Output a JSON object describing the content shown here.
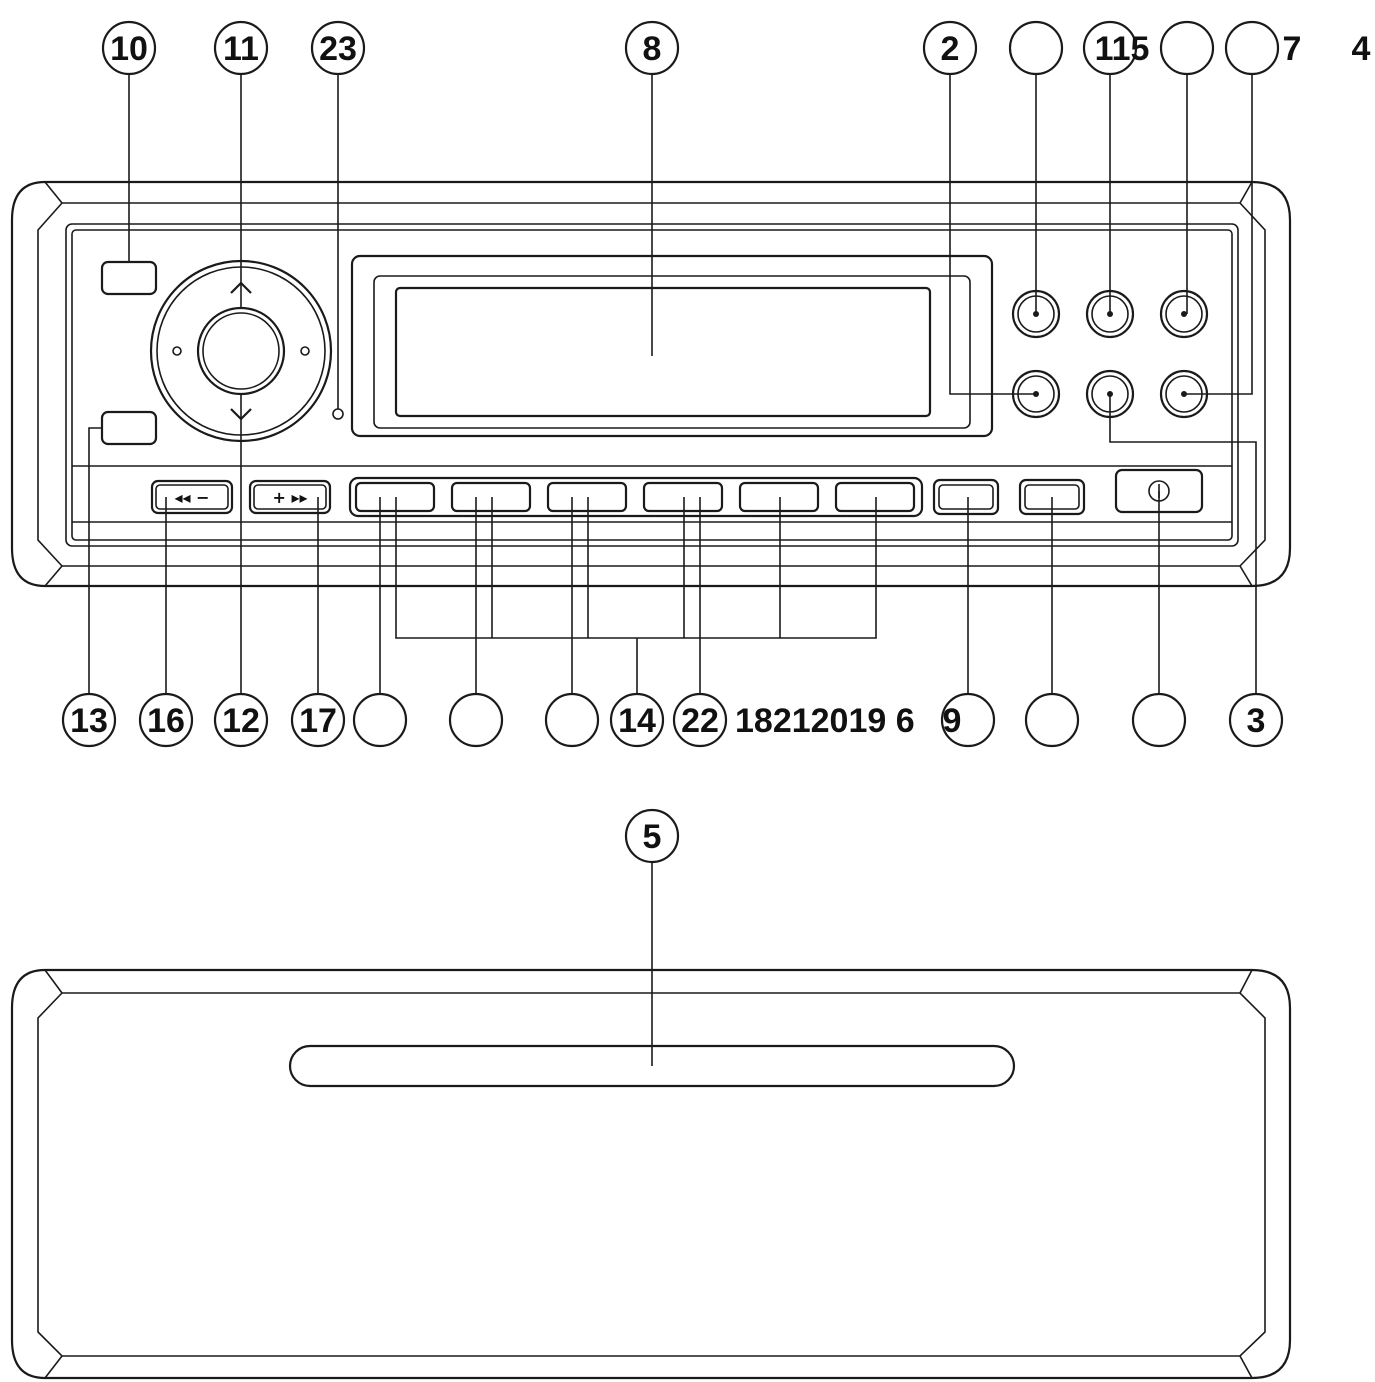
{
  "callouts_top": {
    "c10": "10",
    "c11": "11",
    "c23": "23",
    "c8": "8",
    "c2": "2",
    "c1_blank": "",
    "c115": "115",
    "c5_blank": "",
    "c7_blank": "",
    "c7": "7",
    "c4": "4"
  },
  "callouts_bottom": {
    "c13": "13",
    "c16": "16",
    "c12": "12",
    "c17": "17",
    "b1": "",
    "b2": "",
    "b3": "",
    "c14": "14",
    "c22": "22",
    "row": "18212019 6",
    "c9": "9",
    "b4": "",
    "b5": "",
    "c3": "3"
  },
  "callout_cd": {
    "c5": "5"
  },
  "button_glyphs": {
    "rewind": "◂◂ −",
    "forward": "+ ▸▸",
    "up": "^",
    "down": "v"
  }
}
